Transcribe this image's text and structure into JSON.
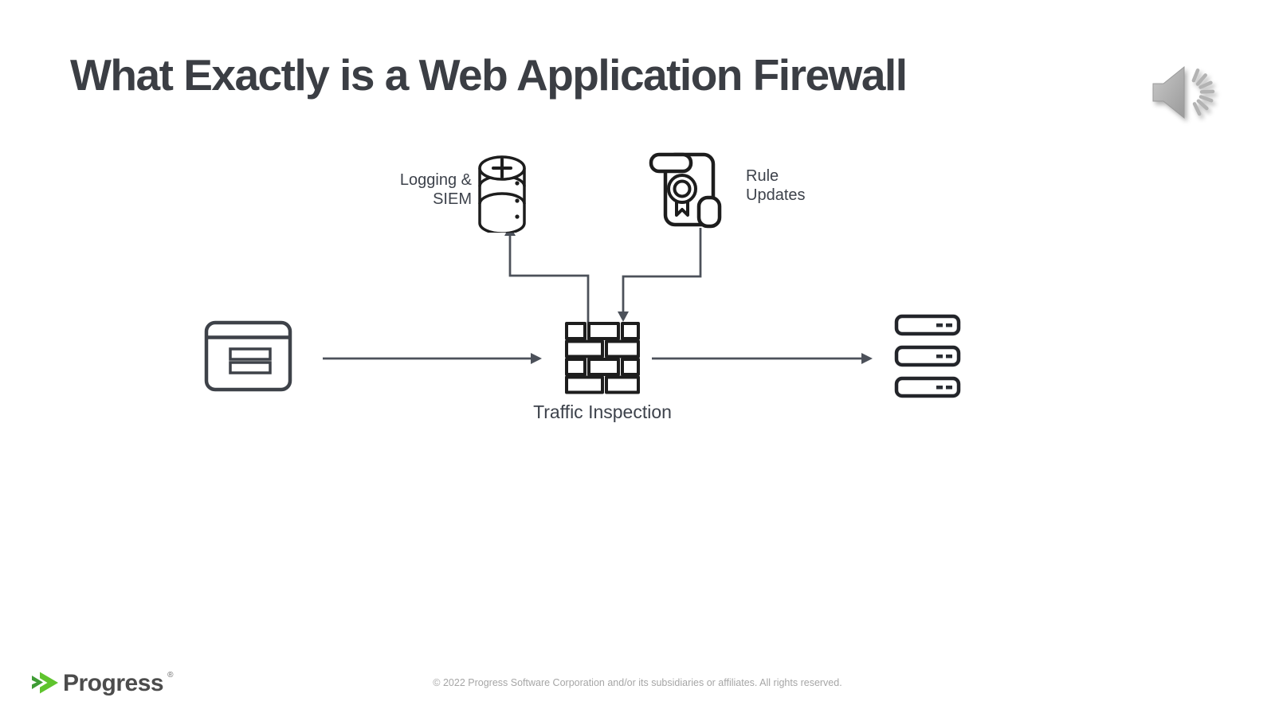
{
  "slide": {
    "title": "What Exactly is a Web Application Firewall",
    "diagram": {
      "labels": {
        "logging_line1": "Logging &",
        "logging_line2": "SIEM",
        "rules_line1": "Rule",
        "rules_line2": "Updates",
        "waf": "Traffic Inspection"
      },
      "nodes": [
        {
          "id": "client",
          "icon": "browser-window-icon",
          "label": ""
        },
        {
          "id": "waf",
          "icon": "firewall-brick-icon",
          "label": "Traffic Inspection"
        },
        {
          "id": "logging-siem",
          "icon": "database-icon",
          "label": "Logging & SIEM"
        },
        {
          "id": "rule-updates",
          "icon": "certificate-scroll-icon",
          "label": "Rule Updates"
        },
        {
          "id": "web-servers",
          "icon": "server-stack-icon",
          "label": ""
        }
      ],
      "edges": [
        {
          "from": "client",
          "to": "waf",
          "style": "straight-arrow-right"
        },
        {
          "from": "waf",
          "to": "web-servers",
          "style": "straight-arrow-right"
        },
        {
          "from": "waf",
          "to": "logging-siem",
          "style": "elbow-arrow-up"
        },
        {
          "from": "rule-updates",
          "to": "waf",
          "style": "elbow-arrow-down"
        }
      ]
    },
    "icons": {
      "audio": "speaker-icon",
      "client": "browser-window-icon",
      "waf": "firewall-brick-icon",
      "logging": "database-icon",
      "rules": "certificate-scroll-icon",
      "servers": "server-stack-icon",
      "brand": "progress-arrow-icon"
    },
    "footer": {
      "brand": "Progress",
      "brand_mark": "®",
      "copyright": "© 2022 Progress Software Corporation and/or its subsidiaries or affiliates. All rights reserved."
    },
    "colors": {
      "title_text": "#3b3e44",
      "label_text": "#3d424b",
      "icon_stroke": "#1d1d1d",
      "arrow": "#4c515a",
      "speaker_gray": "#a9a9a9",
      "progress_green_dark": "#3f9c35",
      "progress_green_bright": "#5fc42e",
      "copyright_text": "#a6a6a6"
    }
  }
}
